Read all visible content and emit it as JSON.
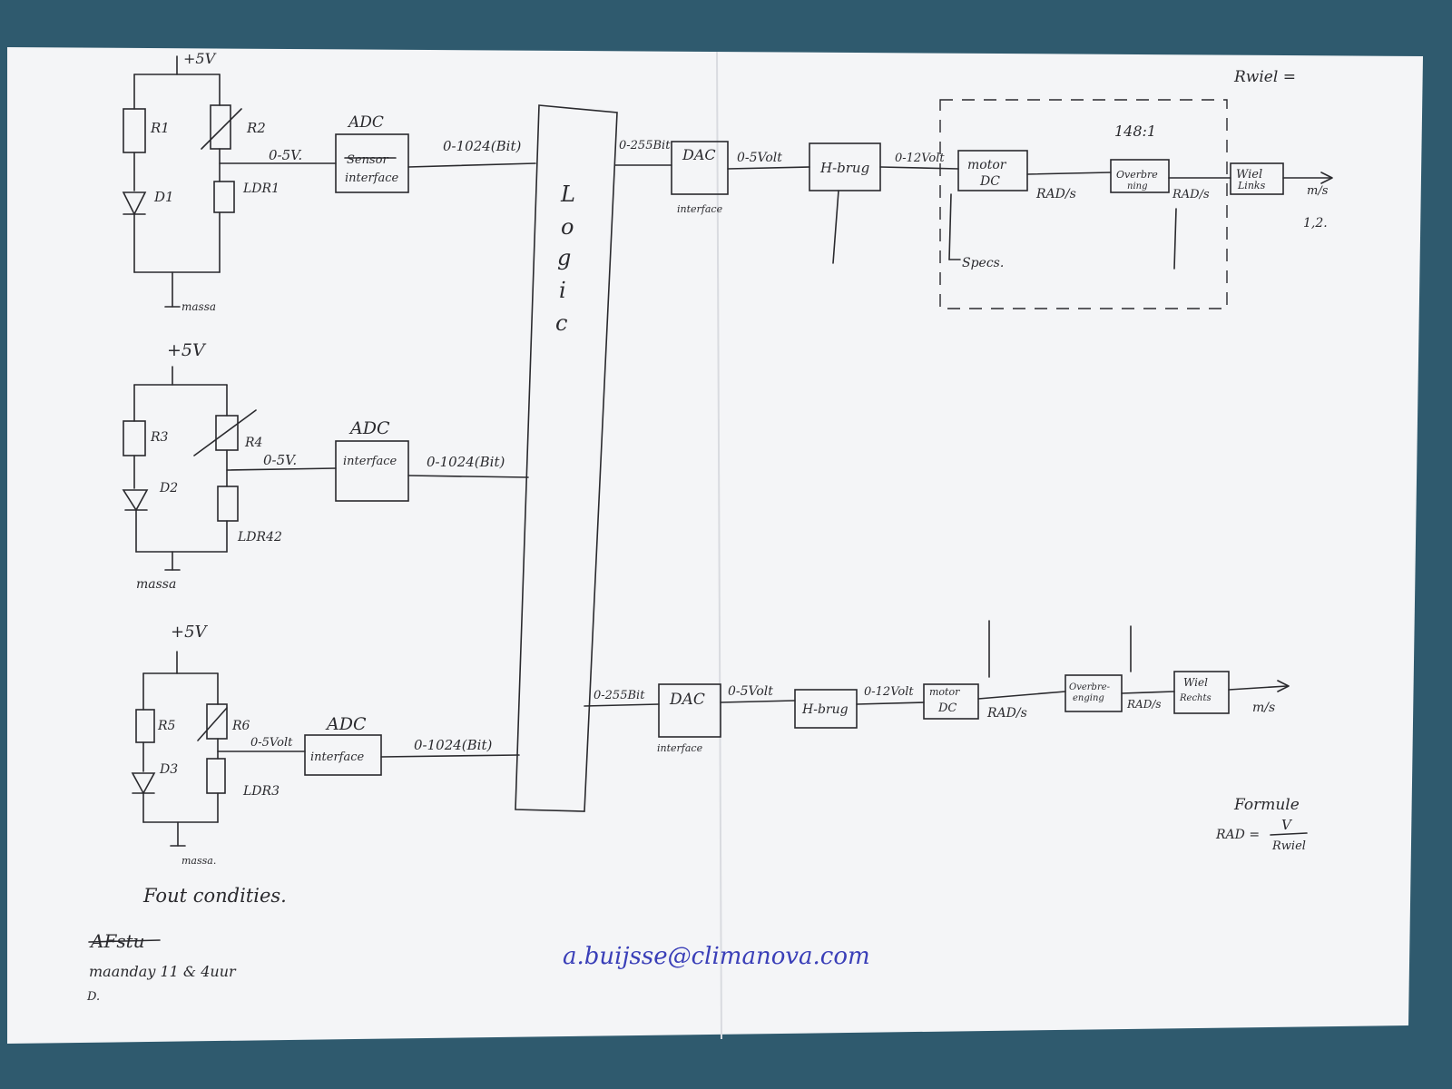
{
  "sensor1": {
    "supply": "+5V",
    "r1": "R1",
    "r2": "R2",
    "d1": "D1",
    "ldr": "LDR1",
    "ground": "massa",
    "voltage": "0-5V.",
    "adc_title": "ADC",
    "adc_struck": "Sensor",
    "adc_body": "interface",
    "adc_out": "0-1024(Bit)"
  },
  "sensor2": {
    "supply": "+5V",
    "r3": "R3",
    "r4": "R4",
    "d2": "D2",
    "ldr": "LDR42",
    "ground": "massa",
    "voltage": "0-5V.",
    "adc_title": "ADC",
    "adc_body": "interface",
    "adc_out": "0-1024(Bit)"
  },
  "sensor3": {
    "supply": "+5V",
    "r5": "R5",
    "r6": "R6",
    "d3": "D3",
    "ldr": "LDR3",
    "ground": "massa.",
    "voltage": "0-5Volt",
    "adc_title": "ADC",
    "adc_body": "interface",
    "adc_out": "0-1024(Bit)"
  },
  "logic": {
    "letters": [
      "L",
      "o",
      "g",
      "i",
      "c"
    ]
  },
  "top_chain": {
    "logic_out": "0-255Bit",
    "dac": "DAC",
    "dac_sub": "interface",
    "dac_out": "0-5Volt",
    "hbrug": "H-brug",
    "hbrug_out": "0-12Volt",
    "motor_l1": "motor",
    "motor_l2": "DC",
    "specs": "Specs.",
    "motor_out": "RAD/s",
    "gear_ratio": "148:1",
    "gear_l1": "Overbre",
    "gear_l2": "ning",
    "gear_out": "RAD/s",
    "wheel_l1": "Wiel",
    "wheel_l2": "Links",
    "out": "m/s",
    "value": "1,2."
  },
  "bottom_chain": {
    "logic_out": "0-255Bit",
    "dac": "DAC",
    "dac_sub": "interface",
    "dac_out": "0-5Volt",
    "hbrug": "H-brug",
    "hbrug_out": "0-12Volt",
    "motor_l1": "motor",
    "motor_l2": "DC",
    "motor_out": "RAD/s",
    "gear_l1": "Overbre-",
    "gear_l2": "enging",
    "gear_out": "RAD/s",
    "wheel_l1": "Wiel",
    "wheel_l2": "Rechts",
    "out": "m/s"
  },
  "notes": {
    "rwiel": "Rwiel =",
    "formula_title": "Formule",
    "formula_lhs": "RAD =",
    "formula_num": "V",
    "formula_den": "Rwiel",
    "fout": "Fout condities.",
    "afstu": "AFstu",
    "meeting": "maanday 11 & 4uur",
    "initial": "D.",
    "email": "a.buijsse@climanova.com"
  },
  "colors": {
    "paper": "#f4f5f7",
    "ink": "#2a2a2e",
    "carpet": "#2f5a6e",
    "email_ink": "#3a3fb8"
  }
}
